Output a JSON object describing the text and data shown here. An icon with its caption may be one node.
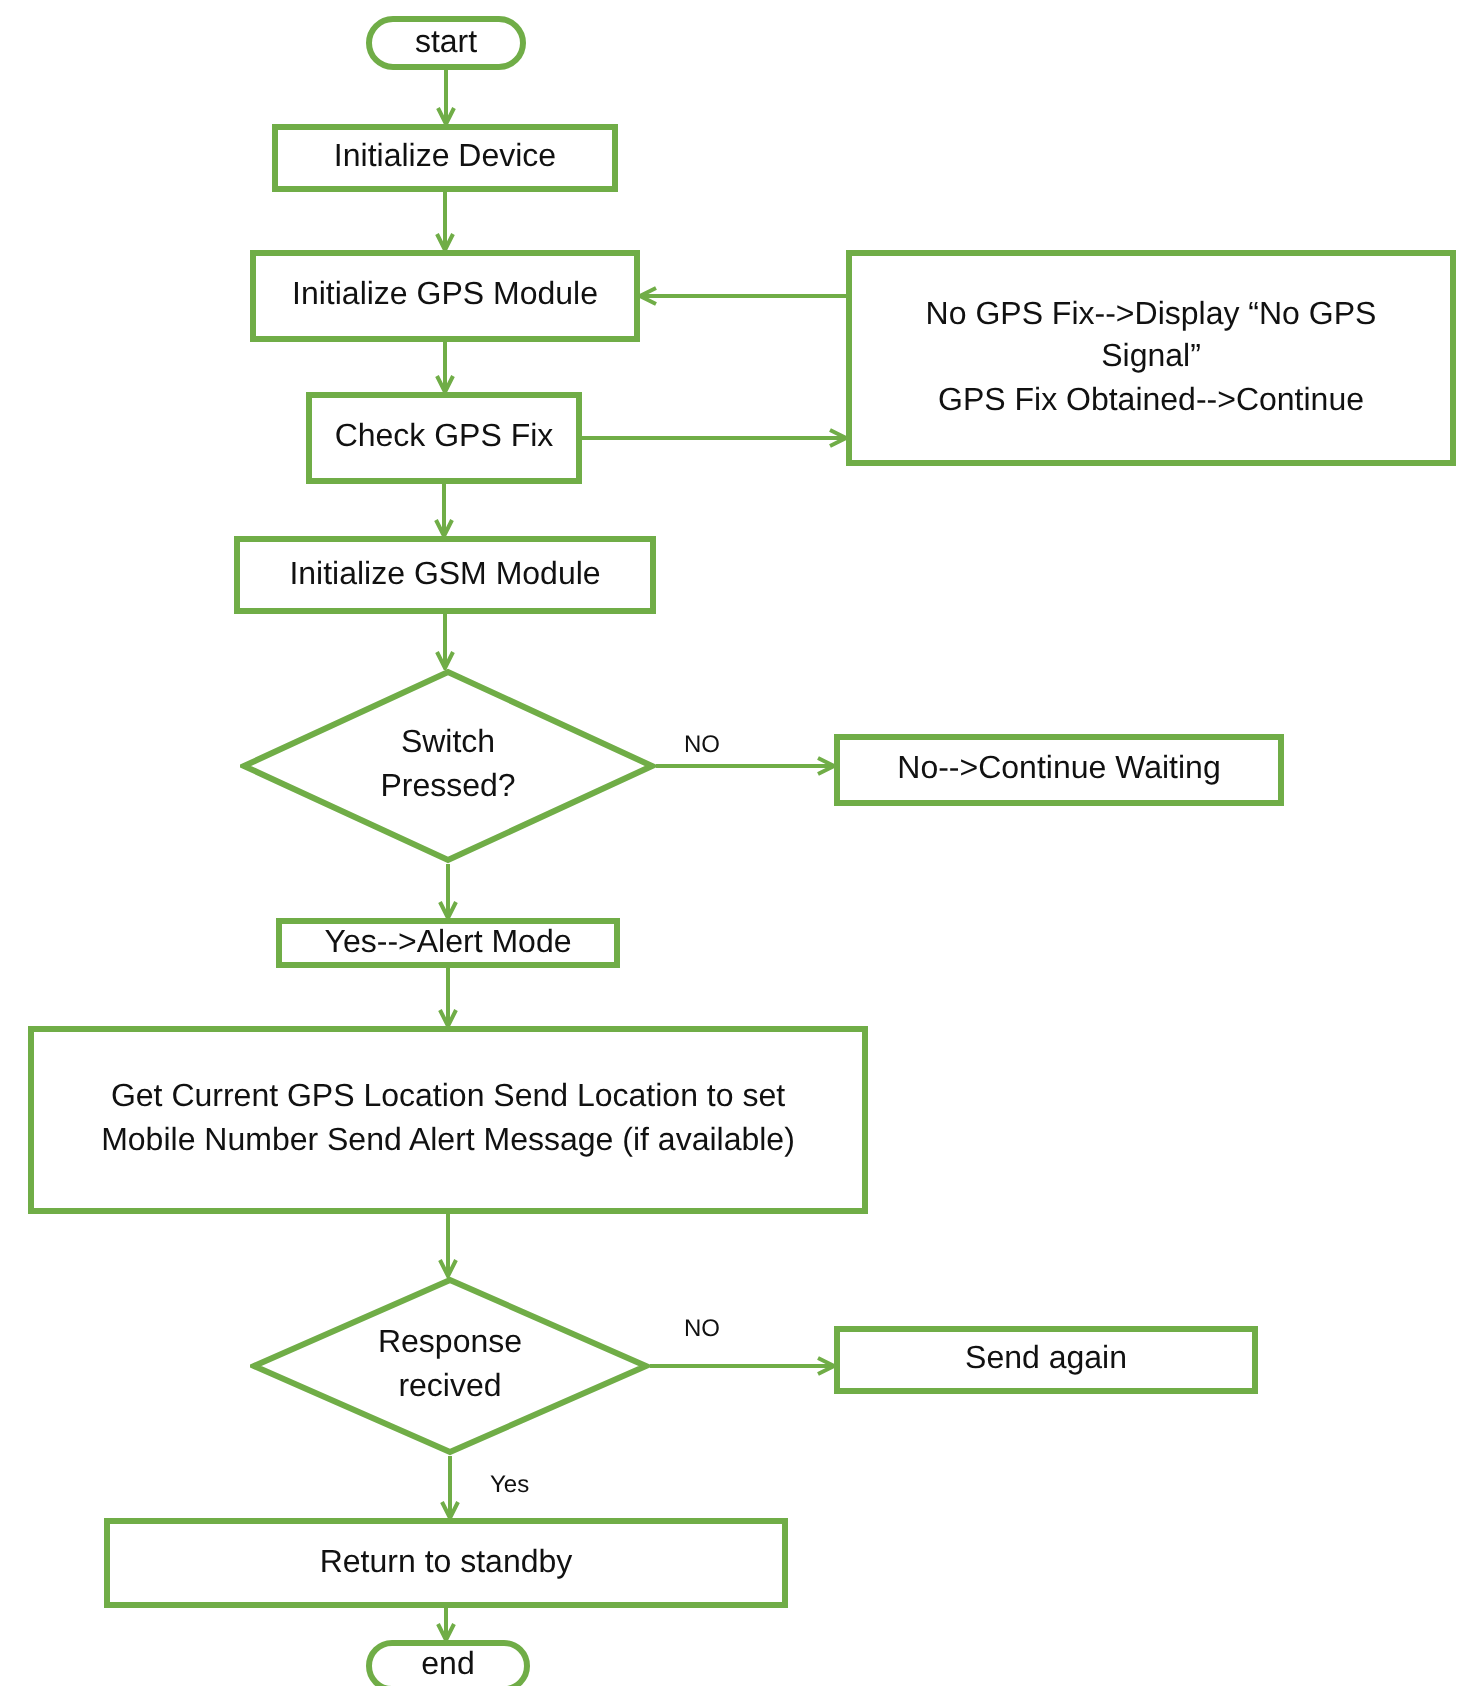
{
  "diagram": {
    "nodes": [
      {
        "text": [
          "start"
        ]
      },
      {
        "text": [
          "Initialize Device"
        ]
      },
      {
        "text": [
          "Initialize GPS Module"
        ]
      },
      {
        "text": [
          "No GPS Fix-->Display “No GPS Signal”",
          "GPS Fix Obtained-->Continue"
        ]
      },
      {
        "text": [
          "Check GPS Fix"
        ]
      },
      {
        "text": [
          "Initialize GSM Module"
        ]
      },
      {
        "text": [
          "Switch Pressed?"
        ]
      },
      {
        "text": [
          "No-->Continue Waiting"
        ]
      },
      {
        "text": [
          "Yes-->Alert Mode"
        ]
      },
      {
        "text": [
          "Get Current GPS Location Send Location to set Mobile Number Send Alert Message (if available)"
        ]
      },
      {
        "text": [
          "Response recived"
        ]
      },
      {
        "text": [
          "Send again"
        ]
      },
      {
        "text": [
          "Return to standby"
        ]
      },
      {
        "text": [
          "end"
        ]
      }
    ],
    "edges": [
      {
        "from": 0,
        "to": 1,
        "arrow": "to"
      },
      {
        "from": 1,
        "to": 2,
        "arrow": "to"
      },
      {
        "from": 3,
        "to": 2,
        "arrow": "to"
      },
      {
        "from": 2,
        "to": 4,
        "arrow": "to"
      },
      {
        "from": 4,
        "to": 3,
        "arrow": "to"
      },
      {
        "from": 4,
        "to": 5,
        "arrow": "to"
      },
      {
        "from": 5,
        "to": 6,
        "arrow": "to"
      },
      {
        "from": 6,
        "to": 7,
        "arrow": "to",
        "label": "NO"
      },
      {
        "from": 6,
        "to": 8,
        "arrow": "to"
      },
      {
        "from": 8,
        "to": 9,
        "arrow": "to"
      },
      {
        "from": 9,
        "to": 10,
        "arrow": "to"
      },
      {
        "from": 10,
        "to": 11,
        "arrow": "to",
        "label": "NO"
      },
      {
        "from": 10,
        "to": 12,
        "arrow": "to",
        "label": "Yes"
      },
      {
        "from": 12,
        "to": 13,
        "arrow": "to"
      }
    ]
  }
}
